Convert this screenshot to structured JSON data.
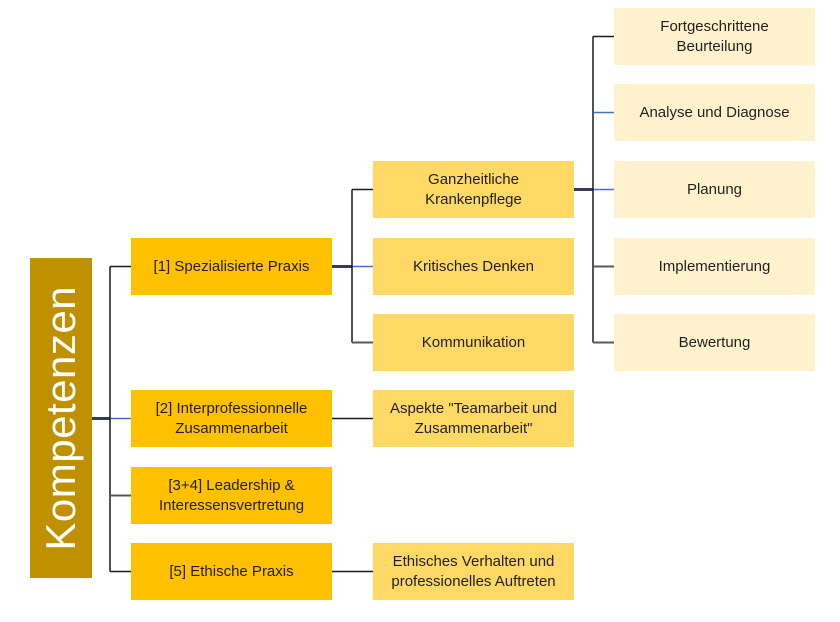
{
  "diagram": {
    "type": "hierarchy-tree",
    "root": {
      "label": "Kompetenzen"
    },
    "level1": [
      {
        "label": "[1] Spezialisierte Praxis",
        "parent": "Kompetenzen"
      },
      {
        "label": "[2] Interprofessionnelle Zusammenarbeit",
        "parent": "Kompetenzen"
      },
      {
        "label": "[3+4] Leadership & Interessensvertretung",
        "parent": "Kompetenzen"
      },
      {
        "label": "[5] Ethische Praxis",
        "parent": "Kompetenzen"
      }
    ],
    "level2": [
      {
        "label": "Ganzheitliche Krankenpflege",
        "parent": "[1] Spezialisierte Praxis"
      },
      {
        "label": "Kritisches Denken",
        "parent": "[1] Spezialisierte Praxis"
      },
      {
        "label": "Kommunikation",
        "parent": "[1] Spezialisierte Praxis"
      },
      {
        "label": "Aspekte \"Teamarbeit und Zusammenarbeit\"",
        "parent": "[2] Interprofessionnelle Zusammenarbeit"
      },
      {
        "label": "Ethisches Verhalten und professionelles Auftreten",
        "parent": "[5] Ethische Praxis"
      }
    ],
    "level3": [
      {
        "label": "Fortgeschrittene Beurteilung",
        "parent": "Ganzheitliche Krankenpflege"
      },
      {
        "label": "Analyse und Diagnose",
        "parent": "Ganzheitliche Krankenpflege"
      },
      {
        "label": "Planung",
        "parent": "Ganzheitliche Krankenpflege"
      },
      {
        "label": "Implementierung",
        "parent": "Ganzheitliche Krankenpflege"
      },
      {
        "label": "Bewertung",
        "parent": "Ganzheitliche Krankenpflege"
      }
    ],
    "colors": {
      "root_fill": "#BF9000",
      "root_text": "#FFFFFF",
      "level1_fill": "#FFC000",
      "level2_fill": "#FFD966",
      "level3_fill": "#FFF2CC",
      "node_text": "#1F1F1F",
      "connector_black": "#1A1A1A",
      "connector_blue": "#4472C4",
      "connector_navy": "#333F50",
      "connector_gray": "#595959"
    }
  }
}
